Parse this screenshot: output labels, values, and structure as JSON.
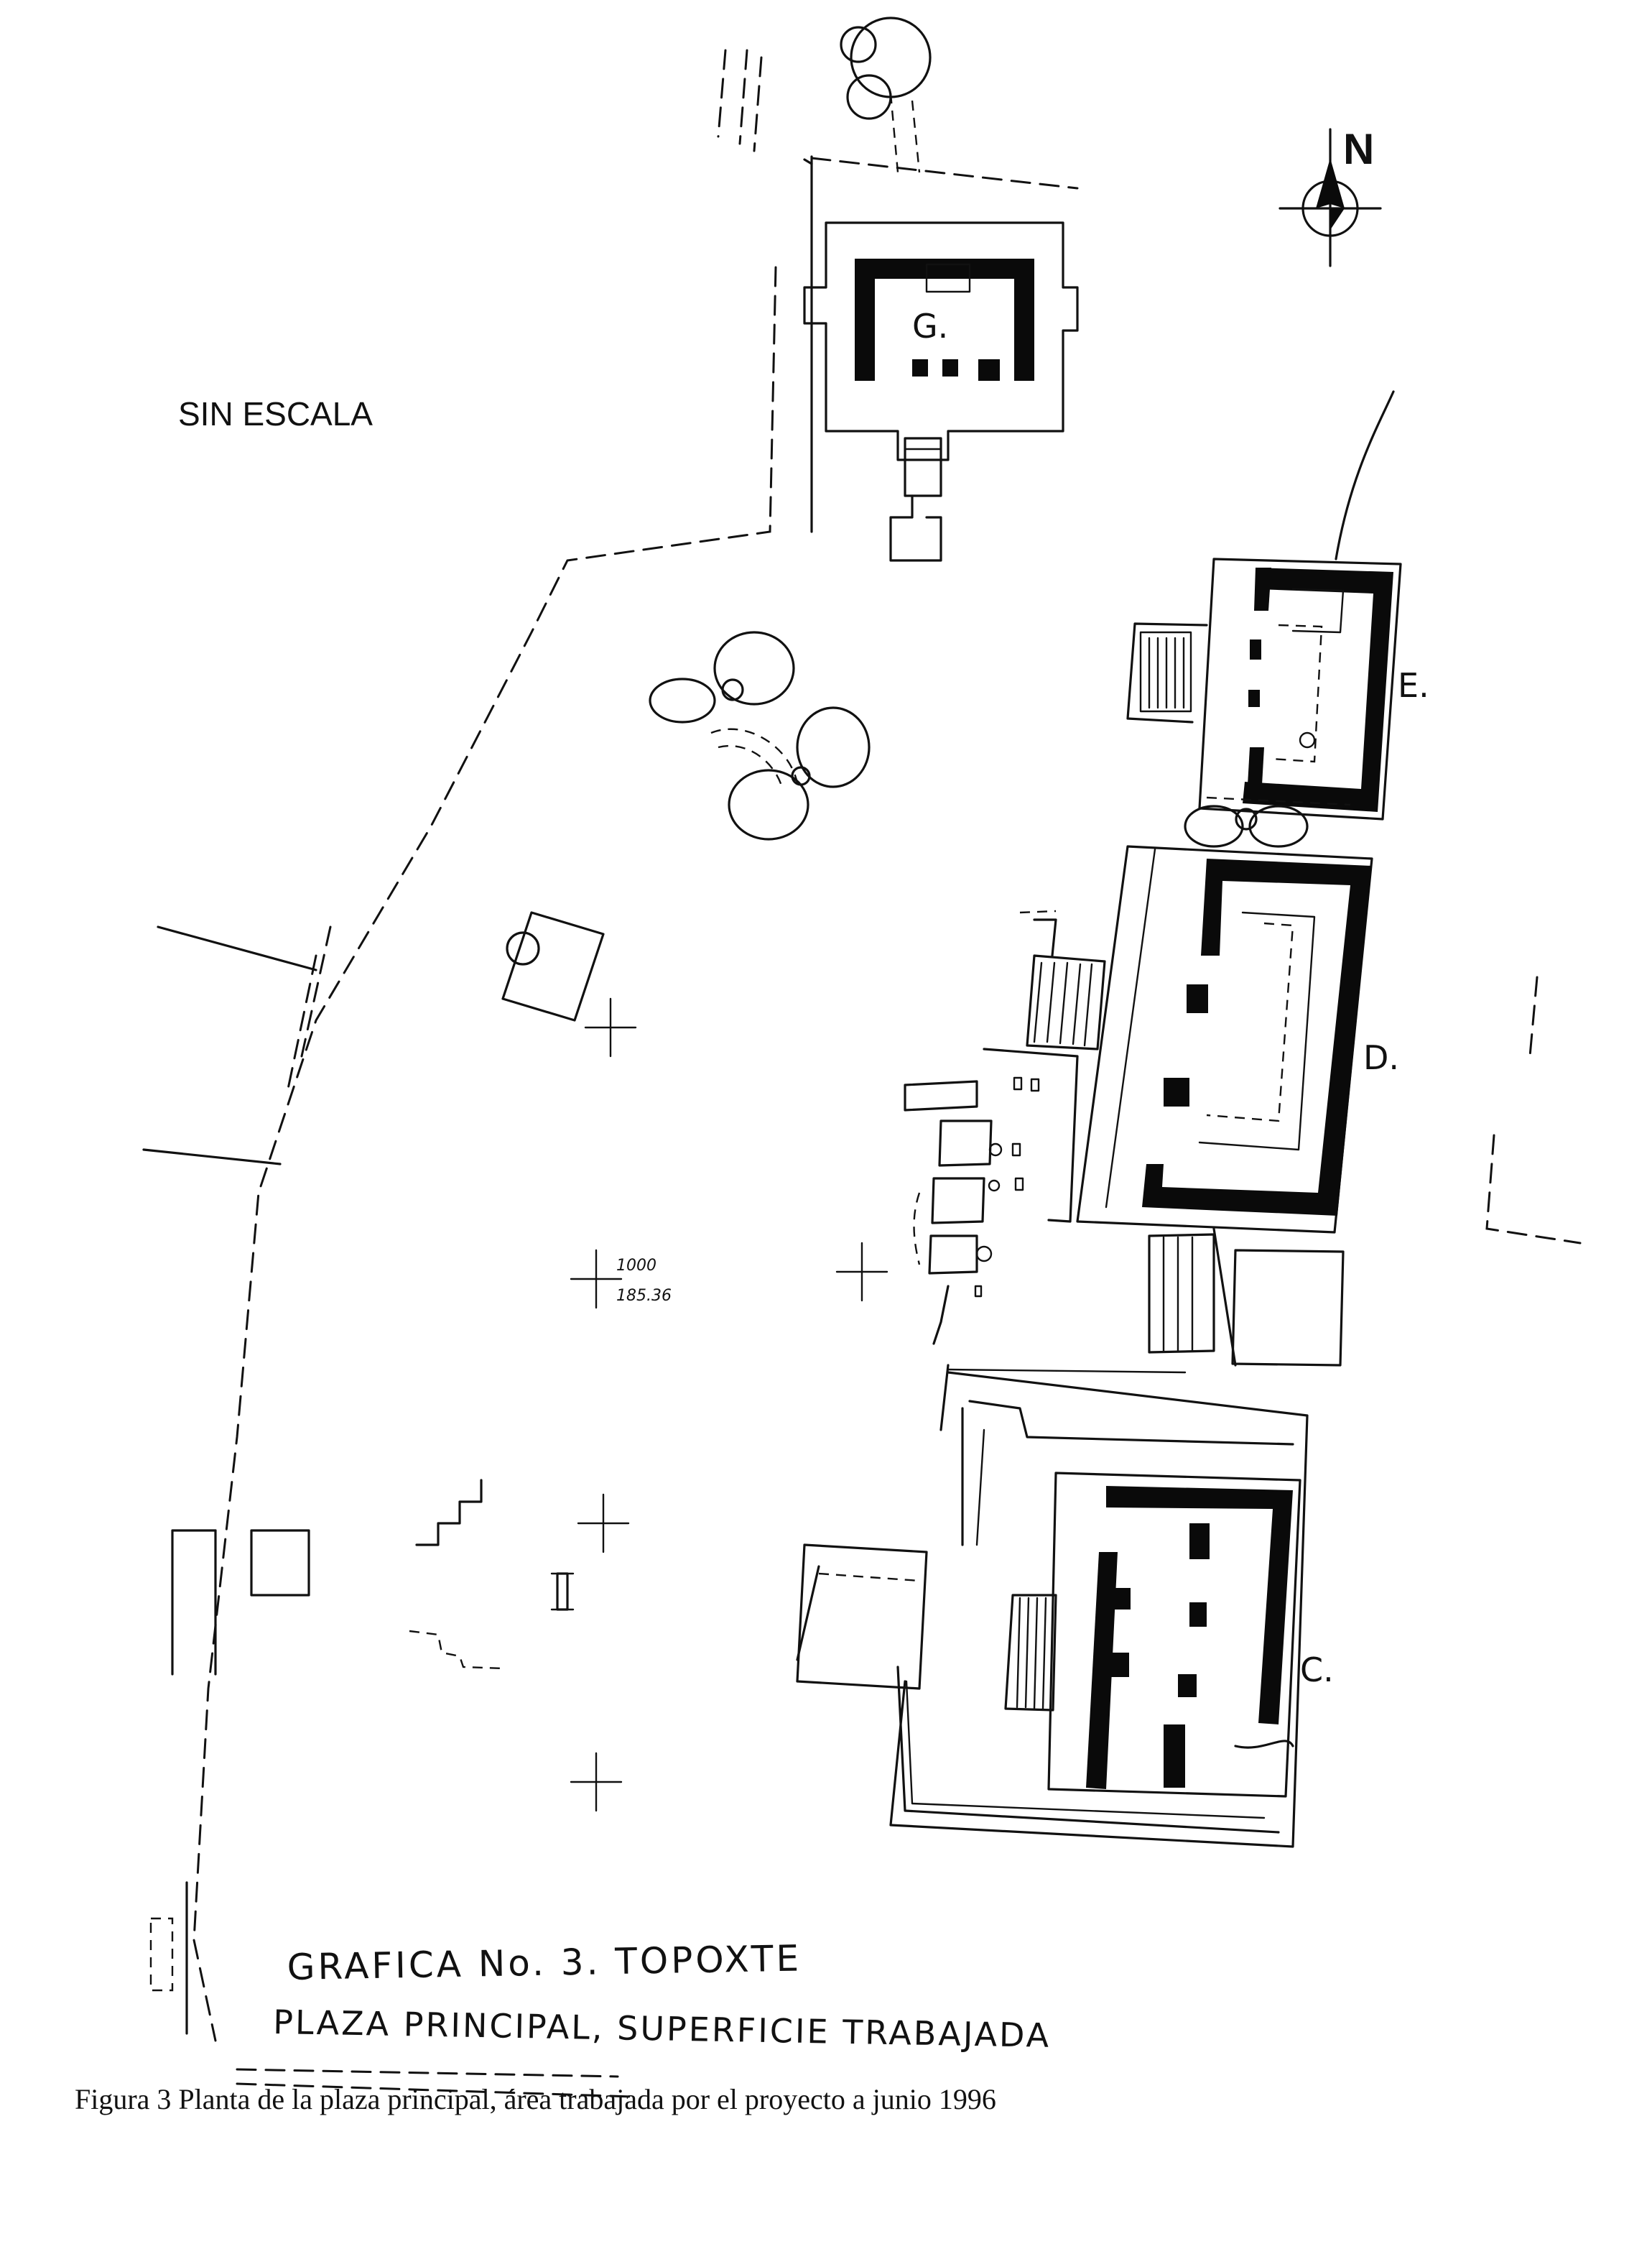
{
  "scale_note": "SIN ESCALA",
  "north_label": "N",
  "structures": {
    "g": "G.",
    "e": "E.",
    "d": "D.",
    "c": "C."
  },
  "datum": {
    "label_top": "1000",
    "label_bottom": "185.36"
  },
  "title": {
    "line1": "GRAFICA No. 3.   TOPOXTE",
    "line2": "PLAZA PRINCIPAL, SUPERFICIE TRABAJADA"
  },
  "caption": "Figura 3   Planta de la plaza principal, área trabajada por el proyecto a junio 1996"
}
